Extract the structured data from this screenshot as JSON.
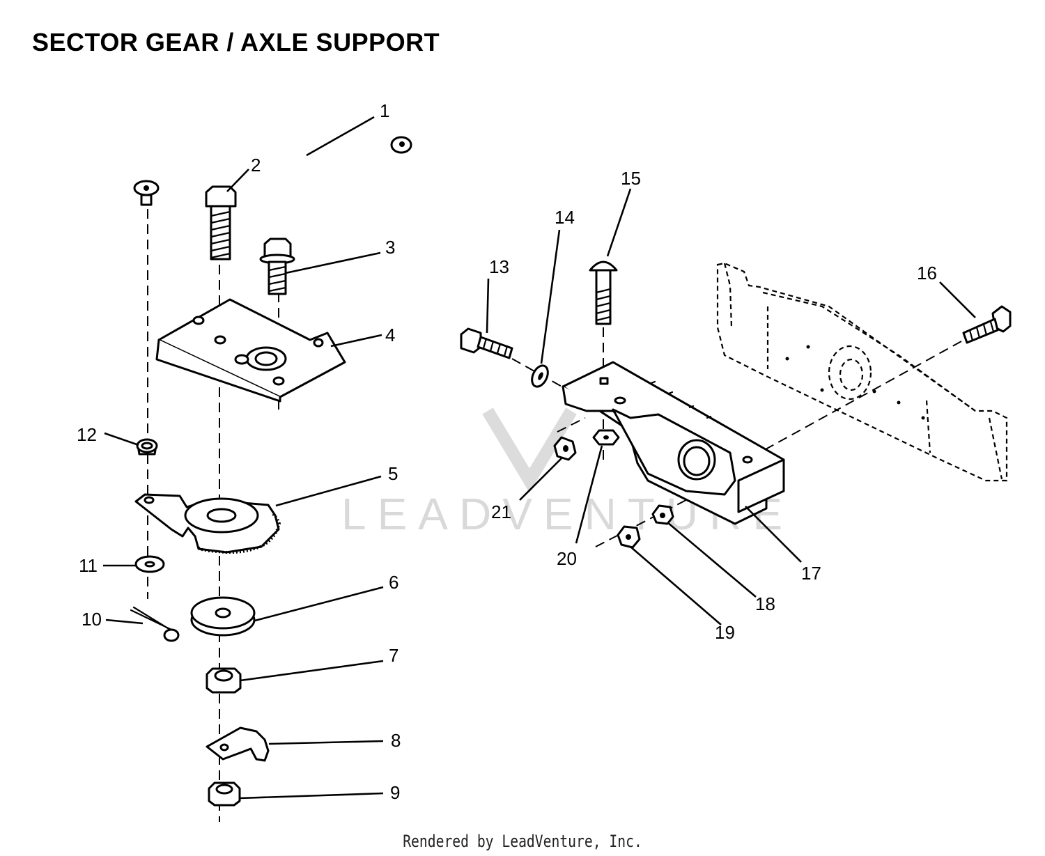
{
  "title": "SECTOR GEAR / AXLE SUPPORT",
  "footer": "Rendered by LeadVenture, Inc.",
  "watermark": "LEADVENTURE",
  "callouts": [
    "1",
    "2",
    "3",
    "4",
    "5",
    "6",
    "7",
    "8",
    "9",
    "10",
    "11",
    "12",
    "13",
    "14",
    "15",
    "16",
    "17",
    "18",
    "19",
    "20",
    "21"
  ]
}
